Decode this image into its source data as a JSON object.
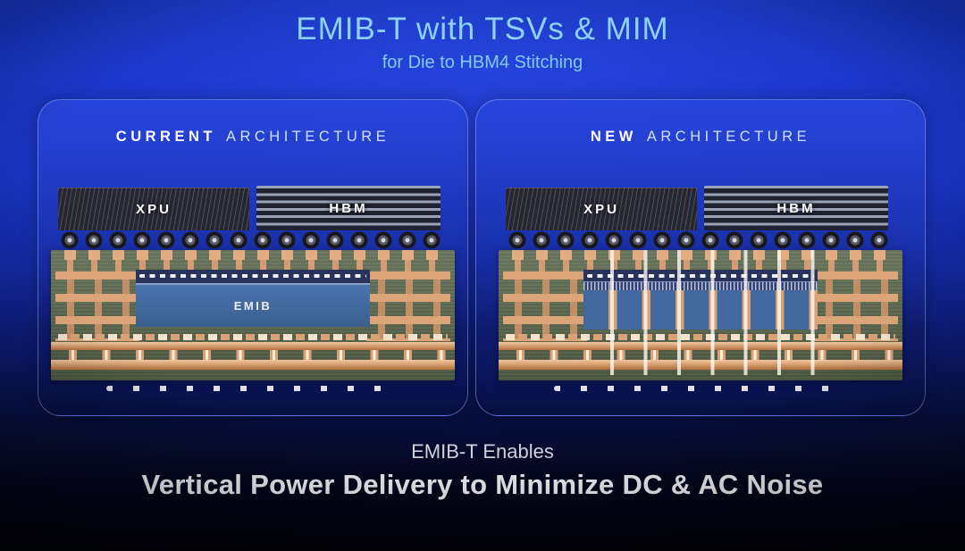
{
  "slide": {
    "title": "EMIB-T with TSVs & MIM",
    "subtitle": "for Die to HBM4 Stitching",
    "caption": "EMIB-T Enables",
    "headline": "Vertical Power Delivery to Minimize DC & AC Noise"
  },
  "panels": {
    "current": {
      "title_strong": "CURRENT",
      "title_rest": "ARCHITECTURE",
      "xpu_label": "XPU",
      "hbm_label": "HBM",
      "bridge_label": "EMIB"
    },
    "new": {
      "title_strong": "NEW",
      "title_rest": "ARCHITECTURE",
      "xpu_label": "XPU",
      "hbm_label": "HBM"
    }
  },
  "colors": {
    "background_top": "#1b36c8",
    "background_bottom": "#020309",
    "title_text": "#8ed1f5",
    "panel_border": "#a5beff",
    "substrate_green": "#5a684c",
    "copper": "#d8a176",
    "bridge_blue": "#41699f",
    "headline_text": "#f4f4f8"
  }
}
